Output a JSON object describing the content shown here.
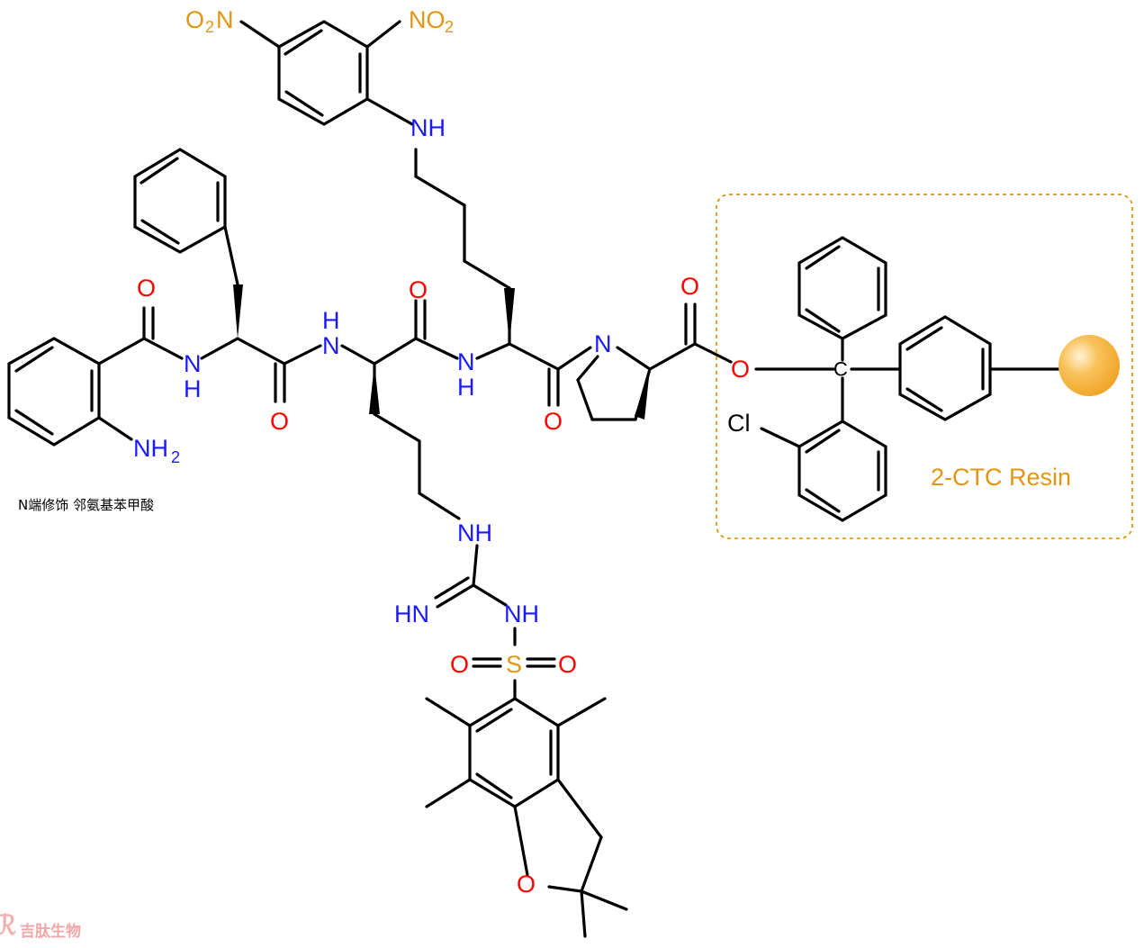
{
  "palette": {
    "nitrogen": "#1a1aff",
    "oxygen": "#ff0000",
    "sulfur_nitro": "#e39612",
    "bond": "#000000",
    "resin_box": "#e39612",
    "watermark": "#f2a6a6"
  },
  "atoms": {
    "o2n_o": "O",
    "o2n_2": "2",
    "o2n_n": "N",
    "no2_n": "NO",
    "no2_2": "2",
    "nh_dnp": "NH",
    "o_phe": "O",
    "nh_phe": "N",
    "h_phe": "H",
    "nh2_n": "NH",
    "nh2_2": "2",
    "o_phe_c": "O",
    "nh_arg_h": "H",
    "nh_arg_n": "N",
    "o_arg": "O",
    "nh_lys_n": "N",
    "nh_lys_h": "H",
    "o_lys": "O",
    "n_pro": "N",
    "o_pro": "O",
    "o_ester": "O",
    "c_trityl": "C",
    "cl": "Cl",
    "nh_guan1": "NH",
    "hn_guan": "HN",
    "nh_guan2": "NH",
    "s": "S",
    "o_s1": "O",
    "o_s2": "O",
    "o_furan": "O"
  },
  "labels": {
    "resin": "2-CTC Resin",
    "n_term_note": "N端修饰 邻氨基苯甲酸",
    "watermark": "吉肽生物"
  }
}
